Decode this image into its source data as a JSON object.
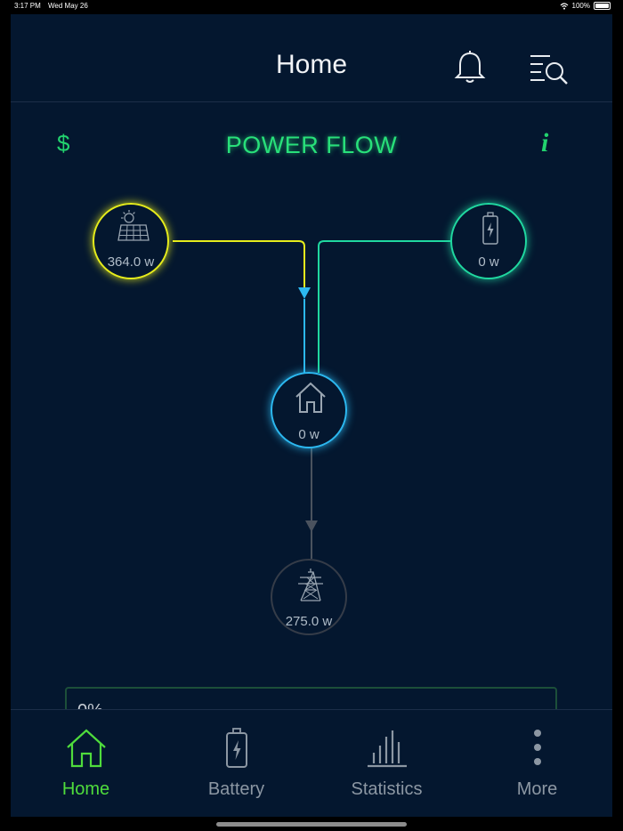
{
  "status_bar": {
    "time": "3:17 PM",
    "date": "Wed May 26",
    "battery": "100%"
  },
  "header": {
    "title": "Home"
  },
  "power_flow": {
    "title": "POWER FLOW",
    "currency_symbol": "$",
    "info_symbol": "i",
    "nodes": {
      "solar": {
        "value": "364.0 w",
        "icon": "solar-panel-icon",
        "color": "#e6ec1c"
      },
      "battery": {
        "value": "0 w",
        "icon": "battery-icon",
        "color": "#20d8a0"
      },
      "home": {
        "value": "0 w",
        "icon": "house-icon",
        "color": "#2cb8f0"
      },
      "grid": {
        "value": "275.0 w",
        "icon": "transmission-tower-icon",
        "color": "#353c48"
      }
    }
  },
  "progress": {
    "label": "0%"
  },
  "tabs": [
    {
      "label": "Home",
      "icon": "home-icon",
      "active": true
    },
    {
      "label": "Battery",
      "icon": "battery-icon",
      "active": false
    },
    {
      "label": "Statistics",
      "icon": "bar-chart-icon",
      "active": false
    },
    {
      "label": "More",
      "icon": "more-vertical-icon",
      "active": false
    }
  ],
  "colors": {
    "background": "#04172f",
    "accent": "#28e07a",
    "active_tab": "#4fdc3c"
  }
}
